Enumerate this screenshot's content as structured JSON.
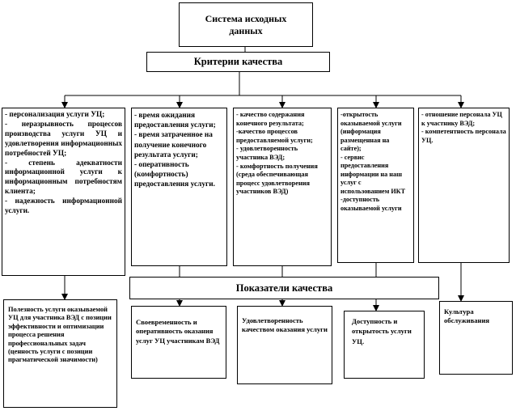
{
  "system": {
    "title_line1": "Система исходных",
    "title_line2": "данных"
  },
  "criteria": {
    "title": "Критерии качества",
    "columns": [
      {
        "lines": [
          "- персонализация услуги УЦ;",
          "- неразрывность процессов производства услуги УЦ и удовлетворения информационных потребностей УЦ;",
          "- степень адекватности информационной услуги к информационным потребностям клиента;",
          "- надежность информационной услуги."
        ]
      },
      {
        "lines": [
          "- время ожидания предоставления услуги;",
          "- время затраченное на получение конечного результата услуги;",
          "- оперативность (комфортность) предоставления услуги."
        ]
      },
      {
        "lines": [
          "- качество содержания конечного результата;",
          "-качество процессов предоставляемой услуги;",
          "- удовлетворенность участника ВЭД;",
          "- комфортность получения (среда обеспечивающая процесс удовлетворения участников ВЭД)"
        ]
      },
      {
        "lines": [
          "-открытость оказываемой услуги (информация размещенная на сайте);",
          "- сервис предоставления информации на наш услуг с использованием ИКТ",
          "-доступность оказываемой услуги"
        ]
      },
      {
        "lines": [
          "- отношение персонала УЦ к участнику ВЭД;",
          "- компетентность персонала УЦ."
        ]
      }
    ]
  },
  "indicators": {
    "title": "Показатели качества",
    "results": [
      {
        "text": "Полезность услуги оказываемой УЦ для участника ВЭД с позиции эффективности и оптимизации процесса решения профессиональных задач (ценность услуги с позиции прагматической значимости)"
      },
      {
        "text": "Своевременность и оперативность оказания услуг УЦ участникам ВЭД"
      },
      {
        "text": "Удовлетворенность качеством оказания услуги"
      },
      {
        "text": "Доступность и открытость услуги УЦ."
      },
      {
        "text": "Культура обслуживания"
      }
    ]
  },
  "colors": {
    "line": "#000000",
    "background": "#ffffff"
  }
}
